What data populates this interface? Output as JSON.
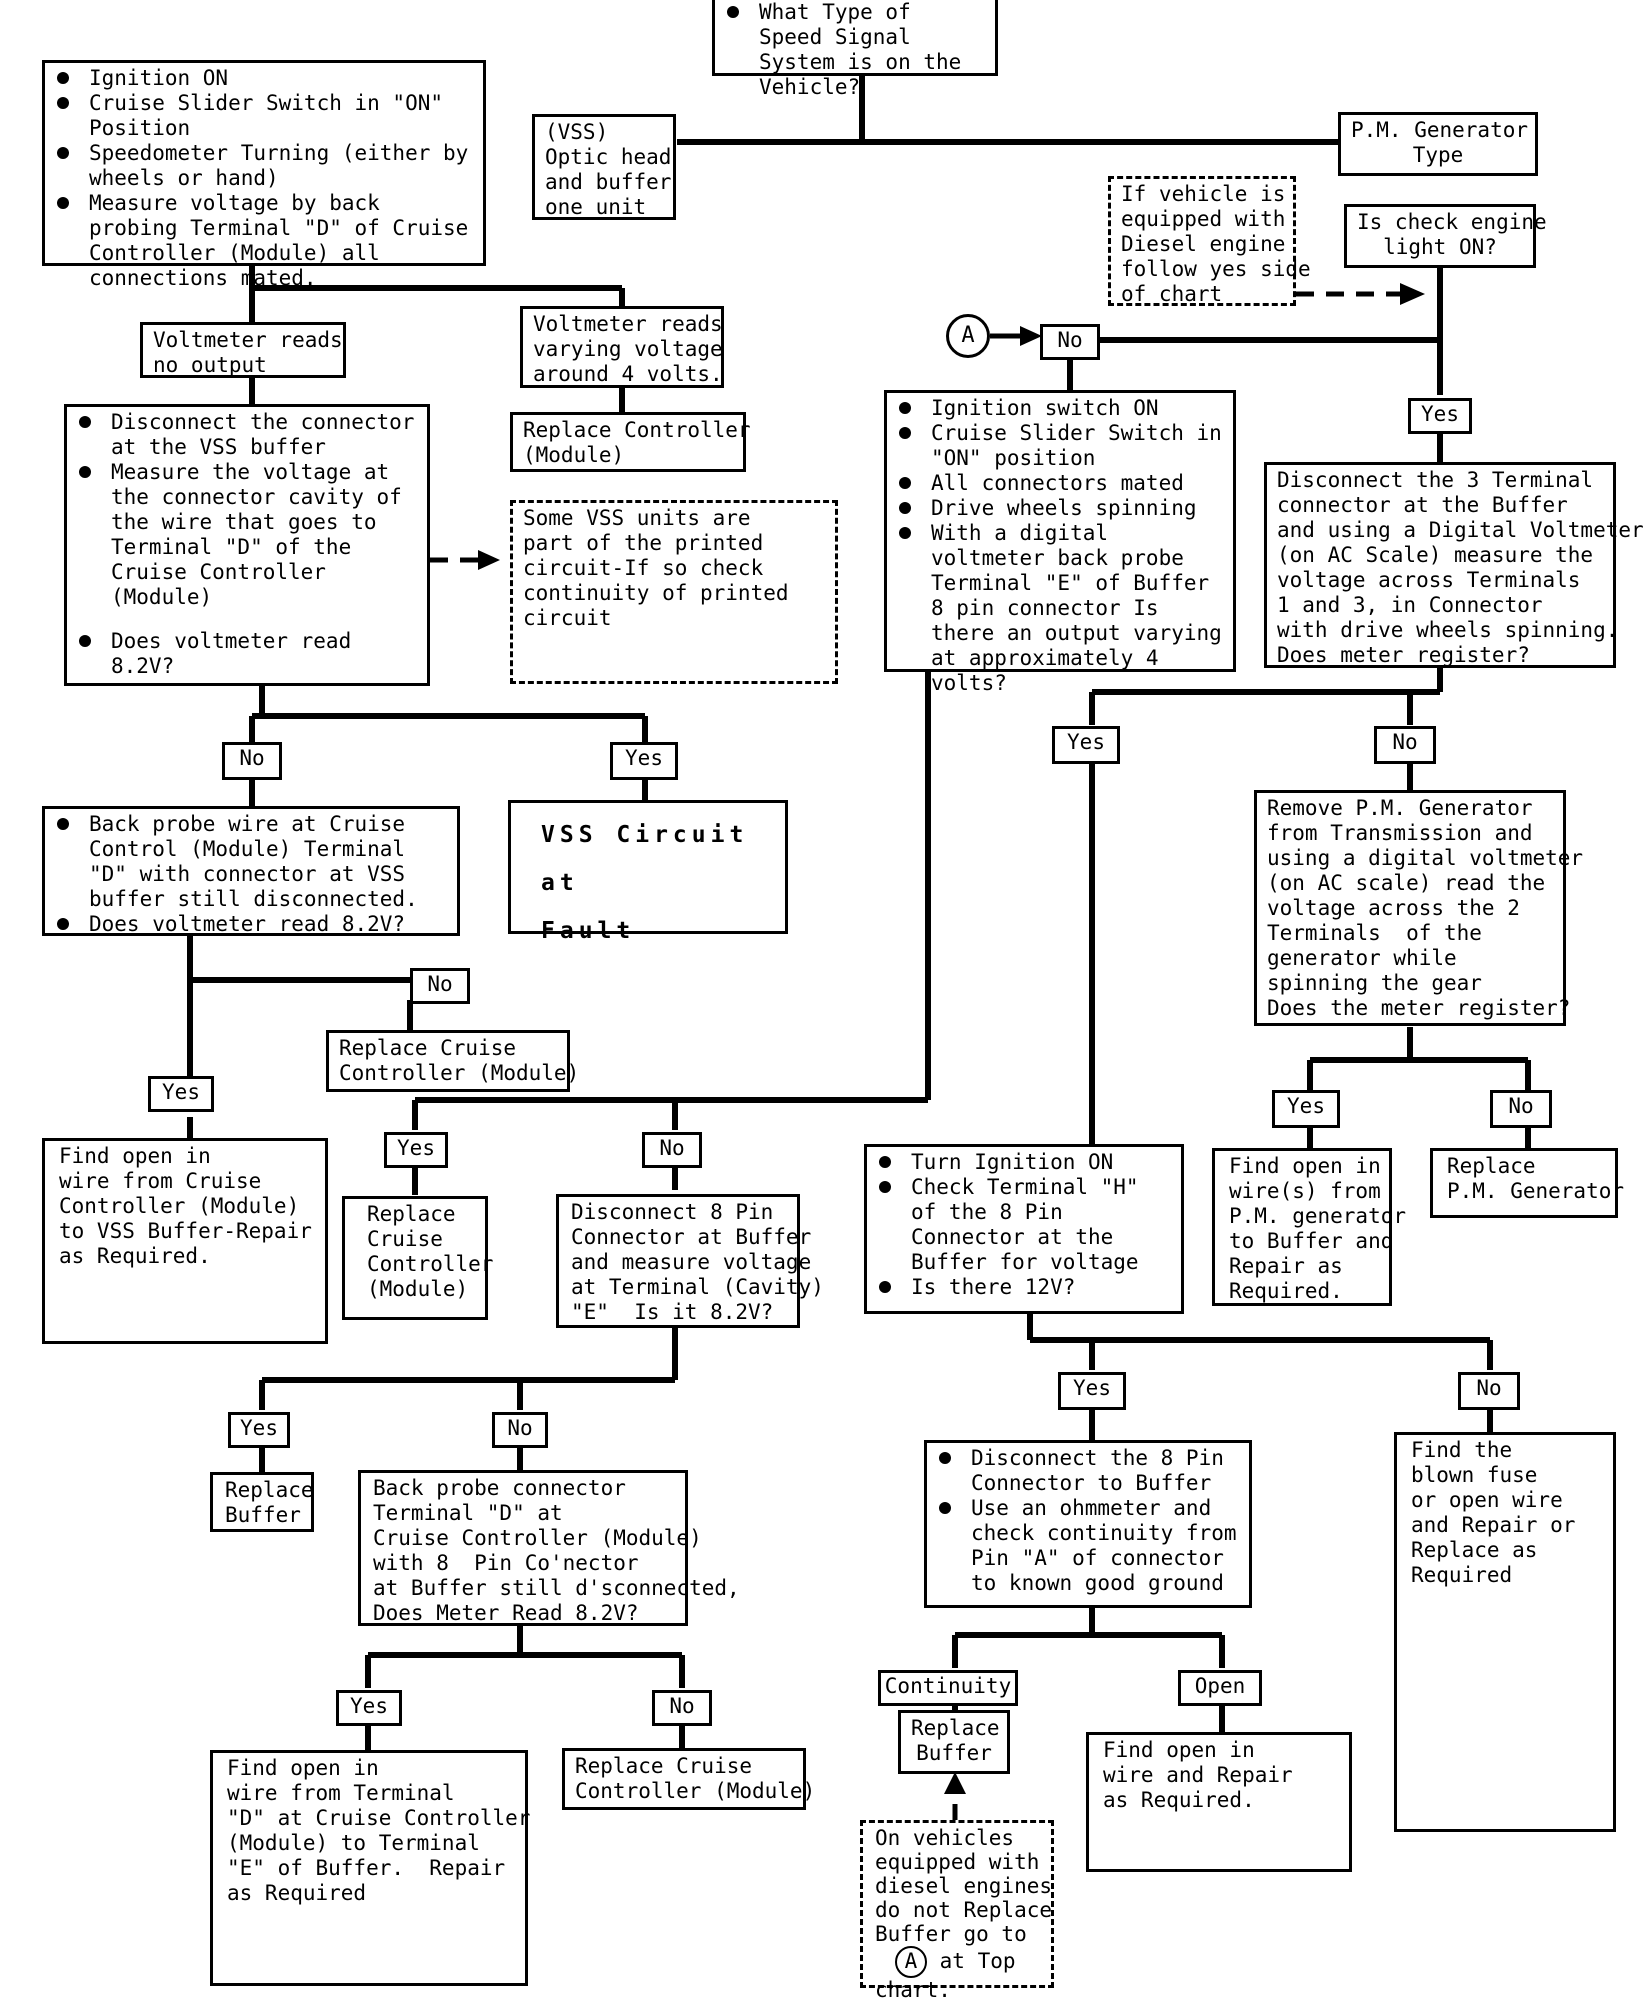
{
  "top_question": "What Type of Speed Signal System is on the Vehicle?",
  "vss_type_box": [
    "(VSS)",
    "Optic head",
    "and buffer",
    "one unit"
  ],
  "pm_type_box": [
    "P.M. Generator",
    "Type"
  ],
  "vss_initial_box": [
    "Ignition ON",
    "Cruise Slider Switch in \"ON\" Position",
    "Speedometer Turning (either by wheels or hand)",
    "Measure voltage by back probing Terminal \"D\" of Cruise Controller (Module) all connections mated."
  ],
  "diesel_note": [
    "If vehicle is",
    "equipped with",
    "Diesel engine",
    "follow yes side",
    "of chart"
  ],
  "check_engine_box": [
    "Is check engine",
    "light ON?"
  ],
  "no_output_box": [
    "Voltmeter reads",
    "no output"
  ],
  "varying_box": [
    "Voltmeter reads",
    "varying voltage",
    "around 4 volts."
  ],
  "replace_controller_1": [
    "Replace Controller",
    "(Module)"
  ],
  "disconnect_vss_box": {
    "items": [
      "Disconnect the connector at the VSS buffer",
      "Measure the voltage at the connector cavity of the wire that goes to Terminal \"D\" of the Cruise Controller (Module)"
    ],
    "question": "Does voltmeter read 8.2V?"
  },
  "printed_circuit_note": [
    "Some VSS units are",
    "part of the printed",
    "circuit-If so check",
    "continuity of printed",
    "circuit"
  ],
  "back_probe_box": [
    "Back probe wire at Cruise Control (Module) Terminal \"D\" with connector at VSS buffer still disconnected.",
    "Does voltmeter read 8.2V?"
  ],
  "vss_fault_box": [
    "VSS Circuit at",
    "Fault"
  ],
  "replace_cruise_controller_1": [
    "Replace Cruise",
    "Controller (Module)"
  ],
  "find_open_cruise_box": [
    "Find open in",
    "wire from Cruise",
    "Controller (Module)",
    "to VSS Buffer-Repair",
    "as Required."
  ],
  "circle_a": "A",
  "ignition_switch_box": [
    "Ignition switch ON",
    "Cruise Slider Switch in \"ON\" position",
    "All connectors mated",
    "Drive wheels spinning",
    "With a digital voltmeter back probe Terminal \"E\" of Buffer 8 pin connector Is there an output varying at approximately 4 volts?"
  ],
  "pm_disconnect_box": [
    "Disconnect the 3 Terminal",
    "connector at the Buffer",
    "and using a Digital Voltmeter",
    "(on AC Scale) measure the",
    "voltage across Terminals",
    "1 and 3, in Connector",
    "with drive wheels spinning.",
    "Does meter register?"
  ],
  "remove_pm_box": [
    "Remove P.M. Generator",
    "from Transmission and",
    "using a digital voltmeter",
    "(on AC scale) read the",
    "voltage across the 2",
    "Terminals  of the",
    "generator while",
    "spinning the gear",
    "Does the meter register?"
  ],
  "find_open_pm_box": [
    "Find open in",
    "wire(s) from",
    "P.M. generator",
    "to Buffer and",
    "Repair as",
    "Required."
  ],
  "replace_pm_box": [
    "Replace",
    "P.M. Generator"
  ],
  "replace_cruise_2": [
    "Replace",
    "Cruise",
    "Controller",
    "(Module)"
  ],
  "disconnect_8pin_box": [
    "Disconnect 8 Pin",
    "Connector at Buffer",
    "and measure voltage",
    "at Terminal (Cavity)",
    "\"E\"  Is it 8.2V?"
  ],
  "turn_ignition_box": [
    "Turn Ignition ON",
    "Check Terminal \"H\" of the 8 Pin Connector at the Buffer for voltage",
    "Is there 12V?"
  ],
  "replace_buffer_1": [
    "Replace",
    "Buffer"
  ],
  "back_probe_d_box": [
    "Back probe connector",
    "Terminal \"D\" at",
    "Cruise Controller (Module)",
    "with 8  Pin Co'nector",
    "at Buffer still d'sconnected,",
    "Does Meter Read 8.2V?"
  ],
  "disconnect_pin_a_box": [
    "Disconnect the 8 Pin Connector to Buffer",
    "Use an ohmmeter and check continuity from Pin \"A\" of connector to known good ground"
  ],
  "find_blown_fuse_box": [
    "Find the",
    "blown fuse",
    "or open wire",
    "and Repair or",
    "Replace as",
    "Required"
  ],
  "find_open_terminal_box": [
    "Find open in",
    "wire from Terminal",
    "\"D\" at Cruise Controller",
    "(Module) to Terminal",
    "\"E\" of Buffer.  Repair",
    "as Required"
  ],
  "replace_cruise_3": [
    "Replace Cruise",
    "Controller (Module)"
  ],
  "replace_buffer_2": [
    "Replace",
    "Buffer"
  ],
  "find_open_repair_box": [
    "Find open in",
    "wire and Repair",
    "as Required."
  ],
  "diesel_note_bottom": {
    "lines": [
      "On vehicles",
      "equipped with",
      "diesel engines",
      "do not Replace",
      "Buffer go to"
    ],
    "circle": "A",
    "after_circle": "at Top",
    "last": "chart."
  },
  "labels": {
    "yes": "Yes",
    "no": "No",
    "continuity": "Continuity",
    "open": "Open"
  }
}
